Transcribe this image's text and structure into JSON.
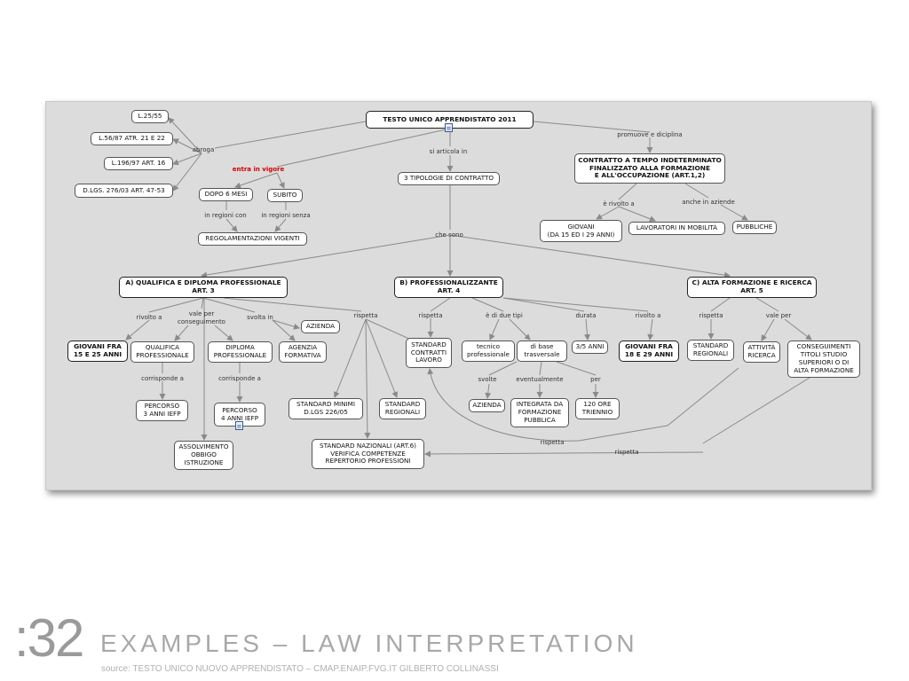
{
  "map": {
    "nodes": {
      "root": "TESTO UNICO APPRENDISTATO 2011",
      "l2555": "L.25/55",
      "l5687": "L.56/87 ATR. 21 E 22",
      "l19697": "L.196/97 ART. 16",
      "dlgs276": "D.LGS. 276/03 ART. 47-53",
      "dopo6": "DOPO 6 MESI",
      "subito": "SUBITO",
      "regolamentazioni": "REGOLAMENTAZIONI VIGENTI",
      "tipologie": "3 TIPOLOGIE DI CONTRATTO",
      "contratto": "CONTRATTO A TEMPO INDETERMINATO\nFINALIZZATO ALLA FORMAZIONE\nE ALL'OCCUPAZIONE (ART.1,2)",
      "giovani1529": "GIOVANI\n(DA 15 ED I 29 ANNI)",
      "lavoratori": "LAVORATORI IN MOBILITÀ",
      "pubbliche": "PUBBLICHE",
      "qualifica": "A) QUALIFICA E DIPLOMA PROFESSIONALE\nART. 3",
      "professionalizzante": "B) PROFESSIONALIZZANTE\nART. 4",
      "altaformazione": "C) ALTA FORMAZIONE E RICERCA\nART. 5",
      "giovani1525": "GIOVANI FRA\n15 E 25 ANNI",
      "qualprof": "QUALIFICA\nPROFESSIONALE",
      "diplprof": "DIPLOMA\nPROFESSIONALE",
      "azienda1": "AZIENDA",
      "agenzia": "AGENZIA\nFORMATIVA",
      "percorso3": "PERCORSO\n3 ANNI IEFP",
      "percorso4": "PERCORSO\n4 ANNI IEFP",
      "assolvimento": "ASSOLVIMENTO\nOBBIGO\nISTRUZIONE",
      "standardminimi": "STANDARD MINIMI\nD.LGS 226/05",
      "standardreg1": "STANDARD\nREGIONALI",
      "standardcontratti": "STANDARD\nCONTRATTI\nLAVORO",
      "standardnaz": "STANDARD NAZIONALI (ART.6)\nVERIFICA COMPETENZE\nREPERTORIO PROFESSIONI",
      "tecnico": "tecnico\nprofessionale",
      "dibase": "di base\ntrasversale",
      "anni35": "3/5 ANNI",
      "azienda2": "AZIENDA",
      "integrata": "INTEGRATA DA\nFORMAZIONE\nPUBBLICA",
      "ore120": "120 ORE\nTRIENNIO",
      "giovani1829": "GIOVANI FRA\n18 E 29 ANNI",
      "standardreg2": "STANDARD\nREGIONALI",
      "attivita": "ATTIVITÀ\nRICERCA",
      "conseguimenti": "CONSEGUIMENTI\nTITOLI STUDIO\nSUPERIORI O DI\nALTA FORMAZIONE"
    },
    "labels": {
      "abroga": "abroga",
      "entra": "entra in vigore",
      "inregionicon": "in regioni con",
      "inregionisenza": "in regioni senza",
      "siarticola": "si articola in",
      "promuove": "promuove e diciplina",
      "erivolto": "è rivolto a",
      "ancheinaziende": "anche in aziende",
      "chesono": "che sono",
      "rivoltoa1": "rivolto a",
      "valeper1": "vale per\nconseguimento",
      "svoltain": "svolta in",
      "rispetta1": "rispetta",
      "corrisponde1": "corrisponde a",
      "corrisponde2": "corrisponde a",
      "rispetta2": "rispetta",
      "editipi": "è di due tipi",
      "durata": "durata",
      "rivoltoa2": "rivolto a",
      "rispetta3": "rispetta",
      "valeper2": "vale per",
      "svolte": "svolte",
      "eventualmente": "eventualmente",
      "per": "per",
      "rispetta4": "rispetta",
      "rispetta5": "rispetta"
    }
  },
  "slide": {
    "number": ":32",
    "title": "EXAMPLES – LAW INTERPRETATION",
    "source": "source: TESTO UNICO NUOVO APPRENDISTATO – CMAP.ENAIP.FVG.IT  GILBERTO COLLINASSI"
  },
  "colors": {
    "panel": "#dcdcdc",
    "link_label_red": "#d40000",
    "connector": "#8a8a8a"
  }
}
